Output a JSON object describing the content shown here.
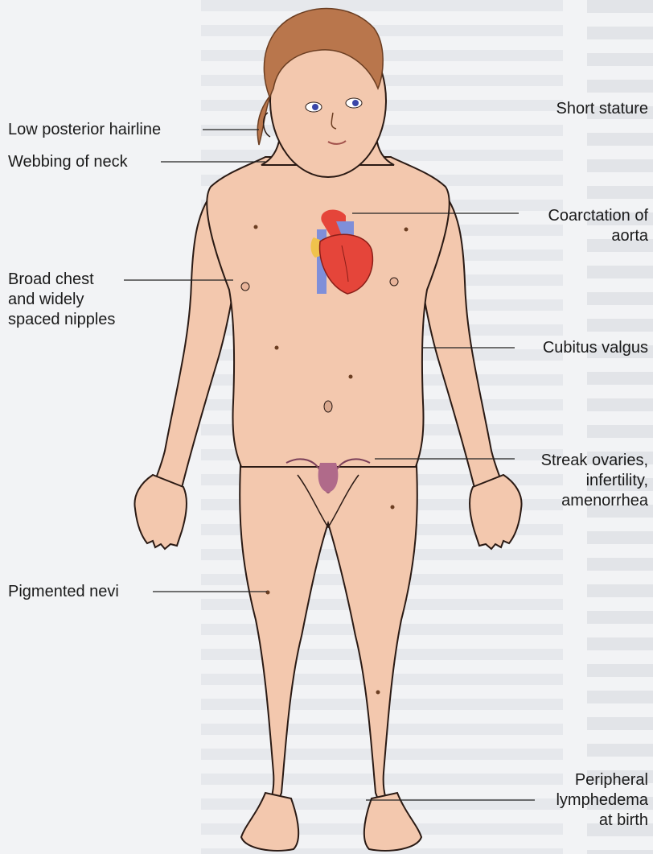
{
  "figure": {
    "labels_left": [
      {
        "id": "hairline",
        "text": "Low posterior hairline"
      },
      {
        "id": "neck",
        "text": "Webbing of neck"
      },
      {
        "id": "chest",
        "text": "Broad chest\nand widely\nspaced nipples"
      },
      {
        "id": "nevi",
        "text": "Pigmented nevi"
      }
    ],
    "labels_right": [
      {
        "id": "stature",
        "text": "Short stature"
      },
      {
        "id": "aorta",
        "text": "Coarctation of\naorta"
      },
      {
        "id": "cubitus",
        "text": "Cubitus valgus"
      },
      {
        "id": "ovaries",
        "text": "Streak ovaries,\ninfertility,\namenorrhea"
      },
      {
        "id": "lymph",
        "text": "Peripheral\nlymphedema\nat birth"
      }
    ]
  },
  "colors": {
    "skin": "#f3c8ae",
    "skin_outline": "#2a1a14",
    "hair": "#b9764c",
    "heart_red": "#e5453a",
    "heart_blue": "#7f8fd9",
    "heart_yellow": "#f0c24c",
    "ovary": "#b06a8a",
    "leader": "#222222"
  },
  "icons": [
    "child-figure-illustration",
    "heart-illustration"
  ]
}
